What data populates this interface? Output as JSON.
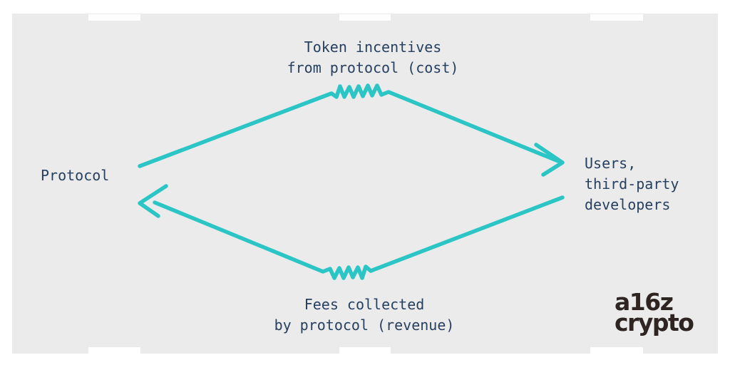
{
  "diagram": {
    "title": "Protocol and users token incentive flow loop",
    "panel_color": "#ebebeb",
    "arrow_color": "#2bc5c5",
    "text_color": "#27405f",
    "logo_color": "#2e2422",
    "background_color": "#ffffff",
    "nodes": [
      {
        "id": "protocol",
        "label": "Protocol"
      },
      {
        "id": "users",
        "label": "Users,\nthird-party\ndevelopers"
      }
    ],
    "edges": [
      {
        "id": "top-edge",
        "from": "protocol",
        "to": "users",
        "label": "Token incentives\nfrom protocol (cost)",
        "direction": "right",
        "style": "zigzag-apex"
      },
      {
        "id": "bottom-edge",
        "from": "users",
        "to": "protocol",
        "label": "Fees collected\nby protocol (revenue)",
        "direction": "left",
        "style": "zigzag-valley"
      }
    ]
  },
  "labels": {
    "protocol": "Protocol",
    "users_line1": "Users,",
    "users_line2": "third-party",
    "users_line3": "developers",
    "top_line1": "Token incentives",
    "top_line2": "from protocol (cost)",
    "bottom_line1": "Fees collected",
    "bottom_line2": "by protocol (revenue)"
  },
  "logo": {
    "line1": "a16z",
    "line2": "crypto",
    "name": "a16z-crypto-logo"
  }
}
